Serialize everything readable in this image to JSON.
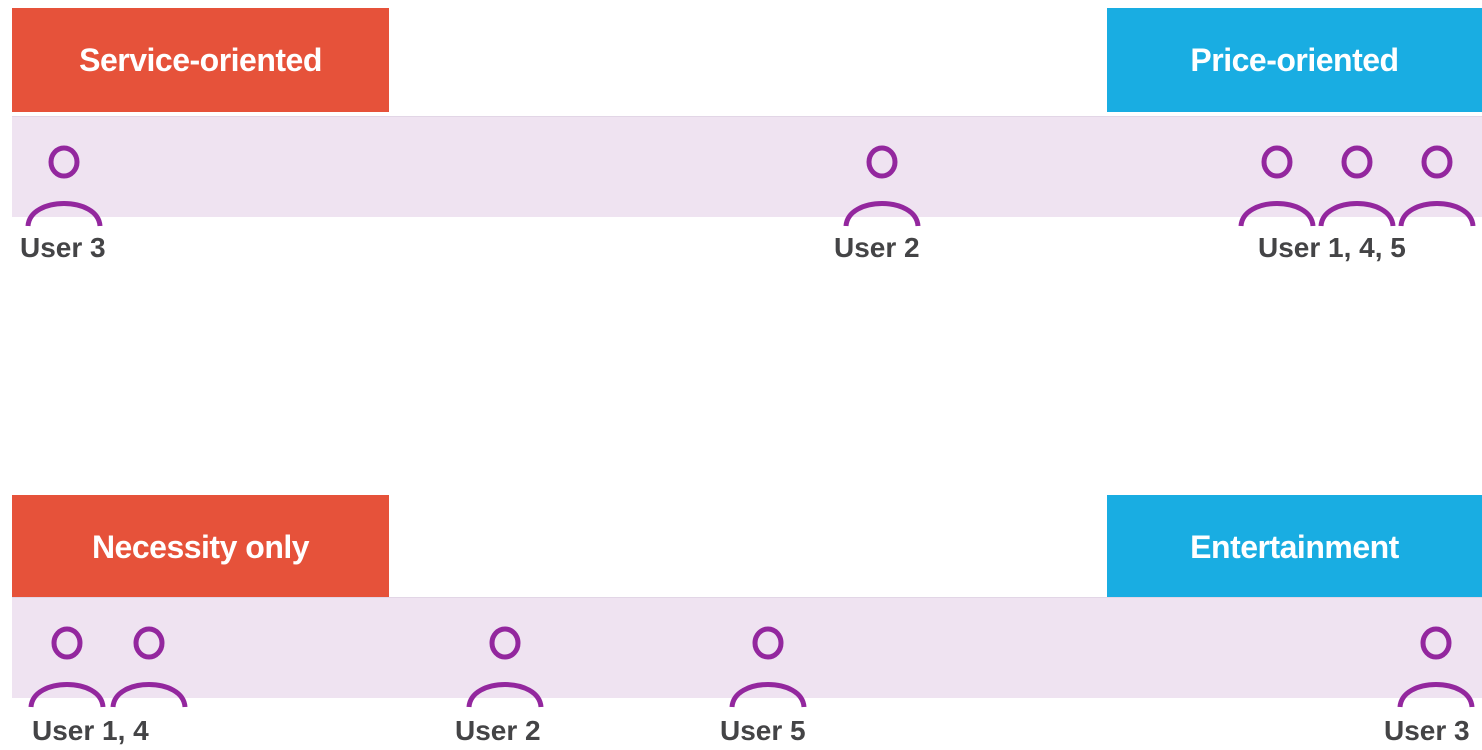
{
  "colors": {
    "left_pole": "#e6523a",
    "right_pole": "#19ade2",
    "band": "#efe3f1",
    "person_icon": "#93279e",
    "label_text": "#444446"
  },
  "spectra": [
    {
      "left_pole": "Service-oriented",
      "right_pole": "Price-oriented",
      "groups": [
        {
          "label": "User 3",
          "icons": 1
        },
        {
          "label": "User 2",
          "icons": 1
        },
        {
          "label": "User 1, 4, 5",
          "icons": 3
        }
      ]
    },
    {
      "left_pole": "Necessity only",
      "right_pole": "Entertainment",
      "groups": [
        {
          "label": "User 1, 4",
          "icons": 2
        },
        {
          "label": "User 2",
          "icons": 1
        },
        {
          "label": "User 5",
          "icons": 1
        },
        {
          "label": "User 3",
          "icons": 1
        }
      ]
    }
  ]
}
